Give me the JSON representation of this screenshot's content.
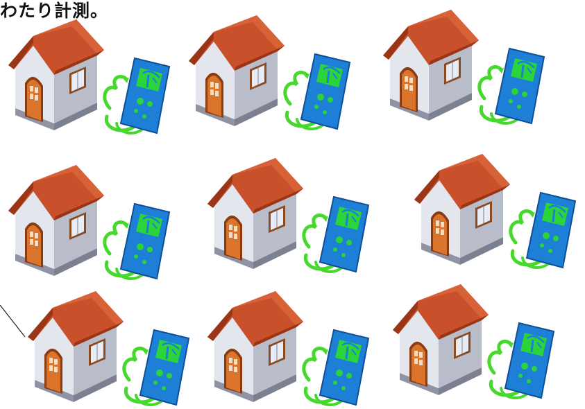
{
  "caption": "わたり計測。",
  "illustration": {
    "unit_description": "house-with-energy-meter",
    "unit_count": 9,
    "colors": {
      "roof": "#c8502a",
      "roof_dark": "#9a3516",
      "wall_front": "#e4e6ee",
      "wall_side": "#b9bcc9",
      "base": "#8f93a3",
      "door": "#d9742a",
      "door_frame": "#8a3b12",
      "window": "#e8edf5",
      "meter_body": "#1e7fd6",
      "meter_screen": "#2bd43b",
      "cable": "#46d82d"
    }
  }
}
